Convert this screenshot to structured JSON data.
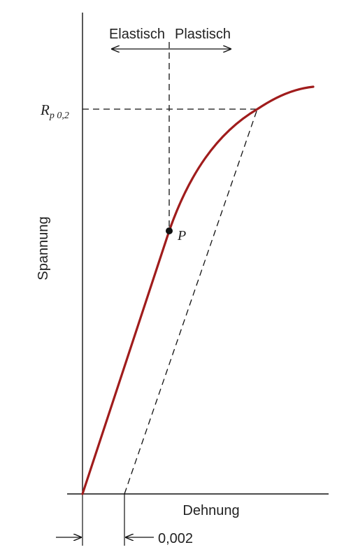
{
  "labels": {
    "elastic": "Elastisch",
    "plastic": "Plastisch",
    "yield_R": "R",
    "yield_sub": "p 0,2",
    "point": "P",
    "y_axis": "Spannung",
    "x_axis": "Dehnung",
    "offset": "0,002"
  },
  "colors": {
    "curve": "#a01c1c",
    "axes": "#111111",
    "dashed": "#111111",
    "point": "#111111"
  }
}
